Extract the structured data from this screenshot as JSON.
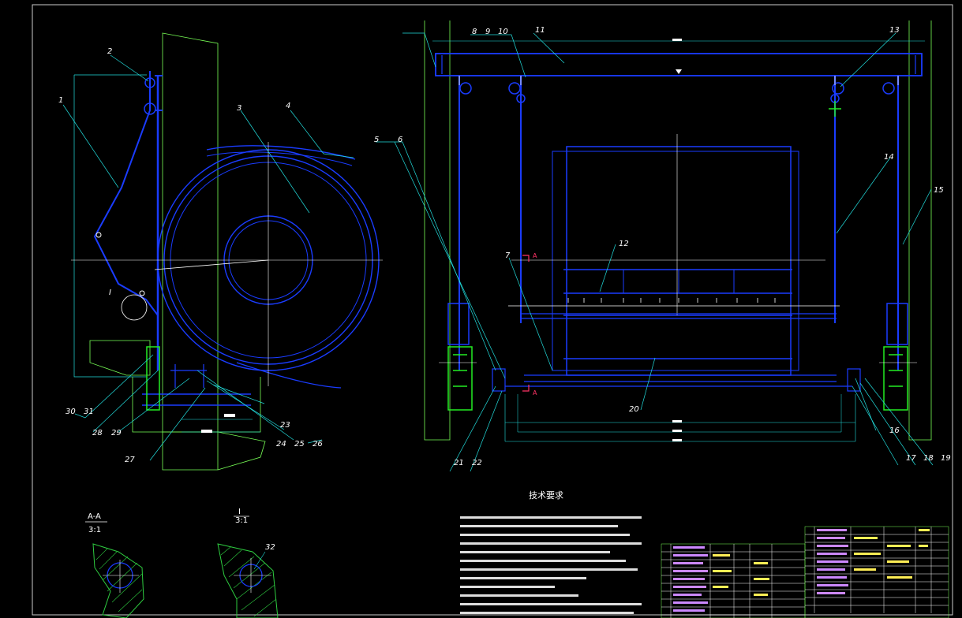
{
  "drawing": {
    "tech_title": "技术要求",
    "balloons": {
      "b1": "1",
      "b2": "2",
      "b3": "3",
      "b4": "4",
      "b5": "5",
      "b6": "6",
      "b7": "7",
      "b8": "8",
      "b9": "9",
      "b10": "10",
      "b11": "11",
      "b12": "12",
      "b13": "13",
      "b14": "14",
      "b15": "15",
      "b16": "16",
      "b17": "17",
      "b18": "18",
      "b19": "19",
      "b20": "20",
      "b21": "21",
      "b22": "22",
      "b23": "23",
      "b24": "24",
      "b25": "25",
      "b26": "26",
      "b27": "27",
      "b28": "28",
      "b29": "29",
      "b30": "30",
      "b31": "31",
      "b32": "32"
    },
    "section_a_name": "A-A",
    "section_a_scale": "3:1",
    "detail_i_name": "I",
    "detail_i_scale": "3:1",
    "detail_i_callout": "I",
    "cut_mark_top": "A",
    "cut_mark_bottom": "A"
  },
  "colors": {
    "frame": "#ffffff",
    "part_blue": "#1a3cff",
    "dim_cyan": "#22dddd",
    "center_white": "#ffffff",
    "border_green": "#77ff55",
    "accent_green": "#22ee22",
    "hatch_green": "#2ecc40",
    "pink": "#ff3366",
    "yellow": "#ffff00"
  }
}
